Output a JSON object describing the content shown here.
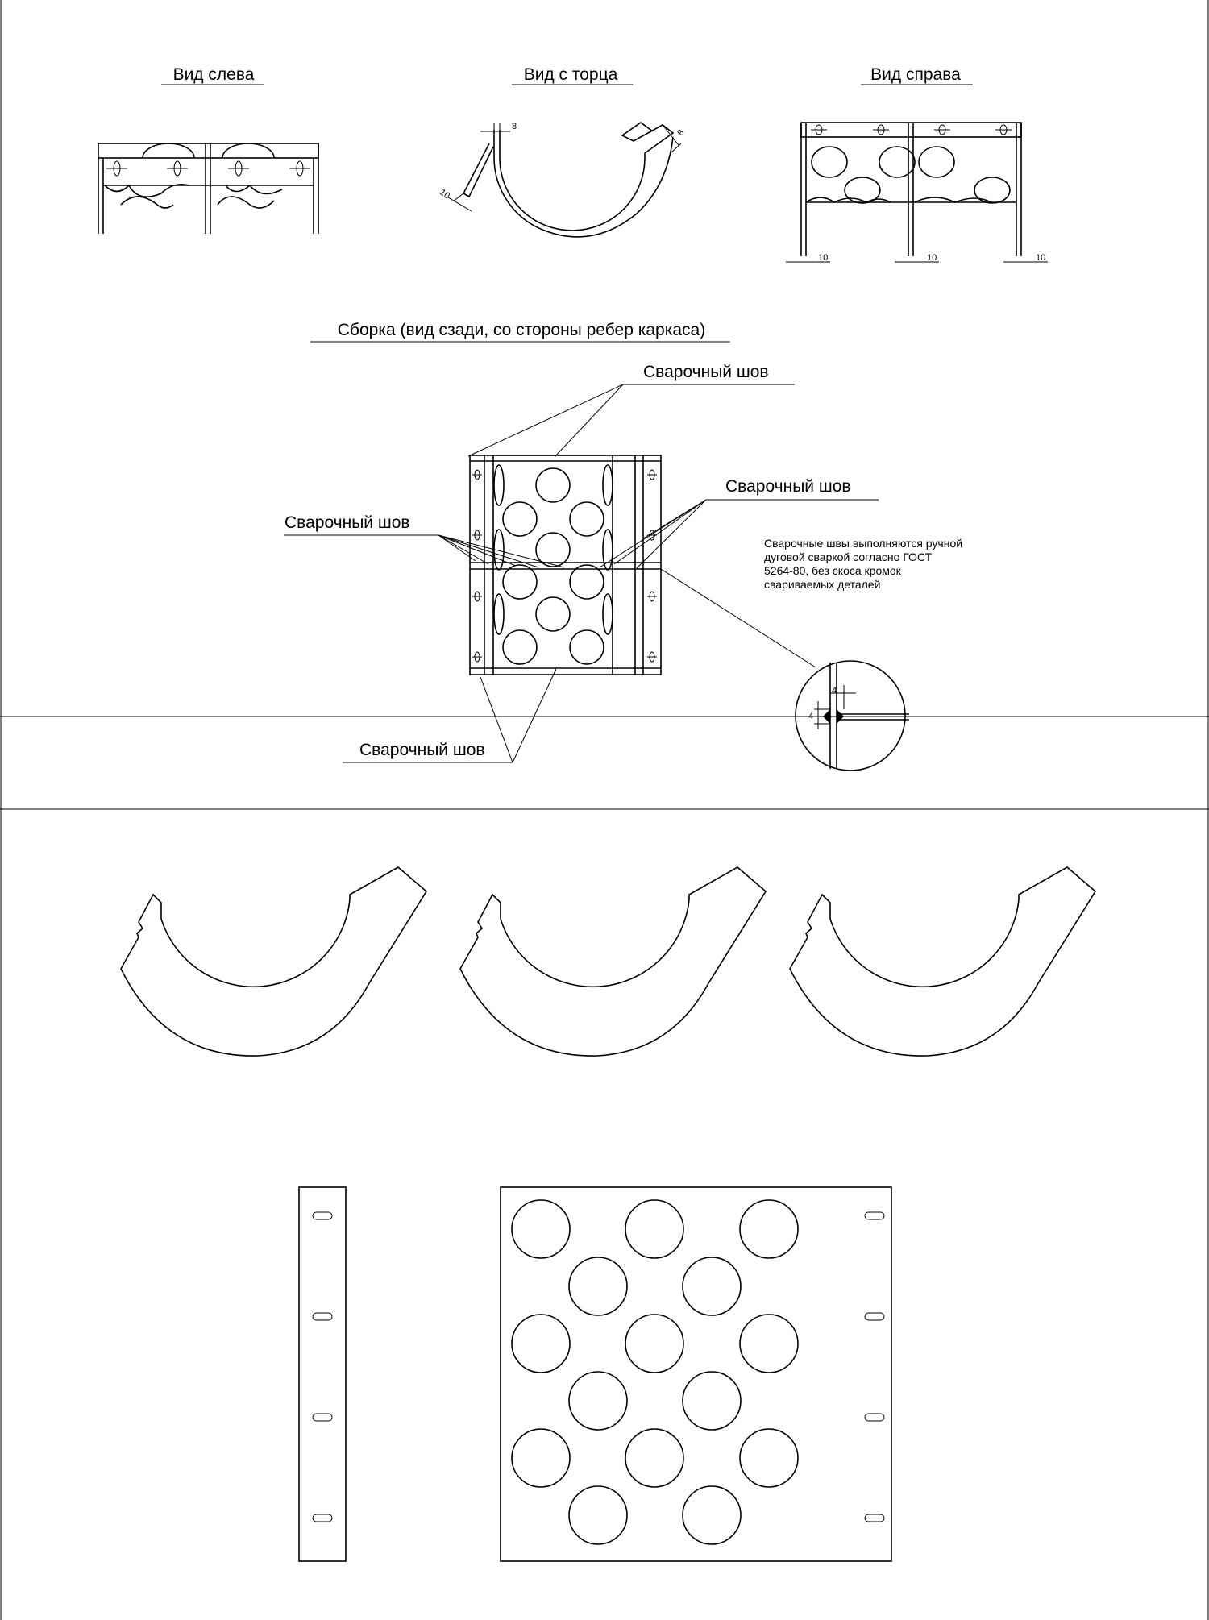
{
  "titles": {
    "left_view": "Вид слева",
    "end_view": "Вид с торца",
    "right_view": "Вид справа",
    "assembly": "Сборка (вид сзади, со стороны ребер каркаса)"
  },
  "callouts": {
    "weld_top": "Сварочный шов",
    "weld_right": "Сварочный шов",
    "weld_left": "Сварочный шов",
    "weld_bottom": "Сварочный шов"
  },
  "note": {
    "line1": "Сварочные швы выполняются ручной",
    "line2": "дуговой сваркой согласно ГОСТ",
    "line3": "5264-80, без скоса кромок",
    "line4": "свариваемых деталей"
  },
  "dimensions": {
    "end_view_top": "8",
    "end_view_right": "8",
    "end_view_left": "10",
    "right_view_1": "10",
    "right_view_2": "10",
    "right_view_3": "10",
    "detail_h": "4",
    "detail_v": "4"
  }
}
